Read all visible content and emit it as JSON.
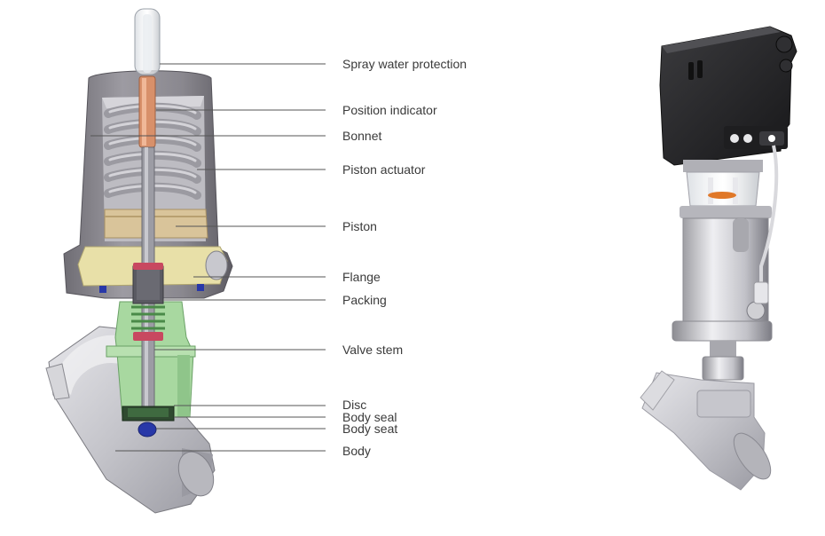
{
  "labels": [
    {
      "id": "spray-water-protection",
      "text": "Spray water protection"
    },
    {
      "id": "position-indicator",
      "text": "Position indicator"
    },
    {
      "id": "bonnet",
      "text": "Bonnet"
    },
    {
      "id": "piston-actuator",
      "text": "Piston actuator"
    },
    {
      "id": "piston",
      "text": "Piston"
    },
    {
      "id": "flange",
      "text": "Flange"
    },
    {
      "id": "packing",
      "text": "Packing"
    },
    {
      "id": "valve-stem",
      "text": "Valve stem"
    },
    {
      "id": "disc",
      "text": "Disc"
    },
    {
      "id": "body-seal",
      "text": "Body seal"
    },
    {
      "id": "body-seat",
      "text": "Body seat"
    },
    {
      "id": "body",
      "text": "Body"
    }
  ],
  "colors": {
    "housing": "#8e8c93",
    "spring": "#a9a8af",
    "indicator": "#d8906a",
    "flange": "#e8e0a8",
    "valve_neck": "#a8d8a0",
    "seal": "#c84860",
    "seat": "#2838a8",
    "actuator_head": "#2a2a2c",
    "stainless": "#c8c8cc"
  }
}
